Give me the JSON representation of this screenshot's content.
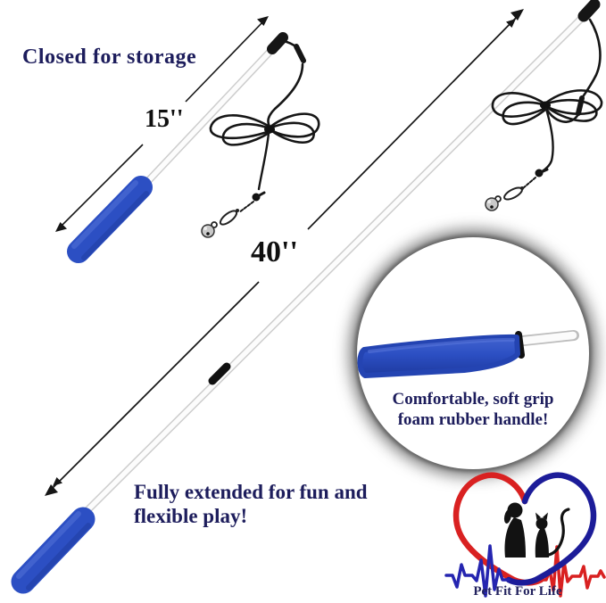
{
  "annotations": {
    "closed_label": "Closed for storage",
    "closed_length": "15''",
    "extended_length": "40''",
    "extended_line1": "Fully extended for fun and",
    "extended_line2": "flexible play!"
  },
  "inset": {
    "line1": "Comfortable, soft grip",
    "line2": "foam rubber handle!"
  },
  "logo": {
    "brand": "Pet Fit For Life"
  },
  "colors": {
    "handle_blue": "#2c4fc3",
    "annotation_navy": "#1d1d5c",
    "measure_black": "#161616",
    "cord_black": "#161616",
    "heart_red": "#d92121",
    "heart_blue": "#1c1c99",
    "ekg_blue": "#2525b0",
    "ekg_red": "#d92121",
    "shaft_edge_gray": "#cdcdcd"
  }
}
